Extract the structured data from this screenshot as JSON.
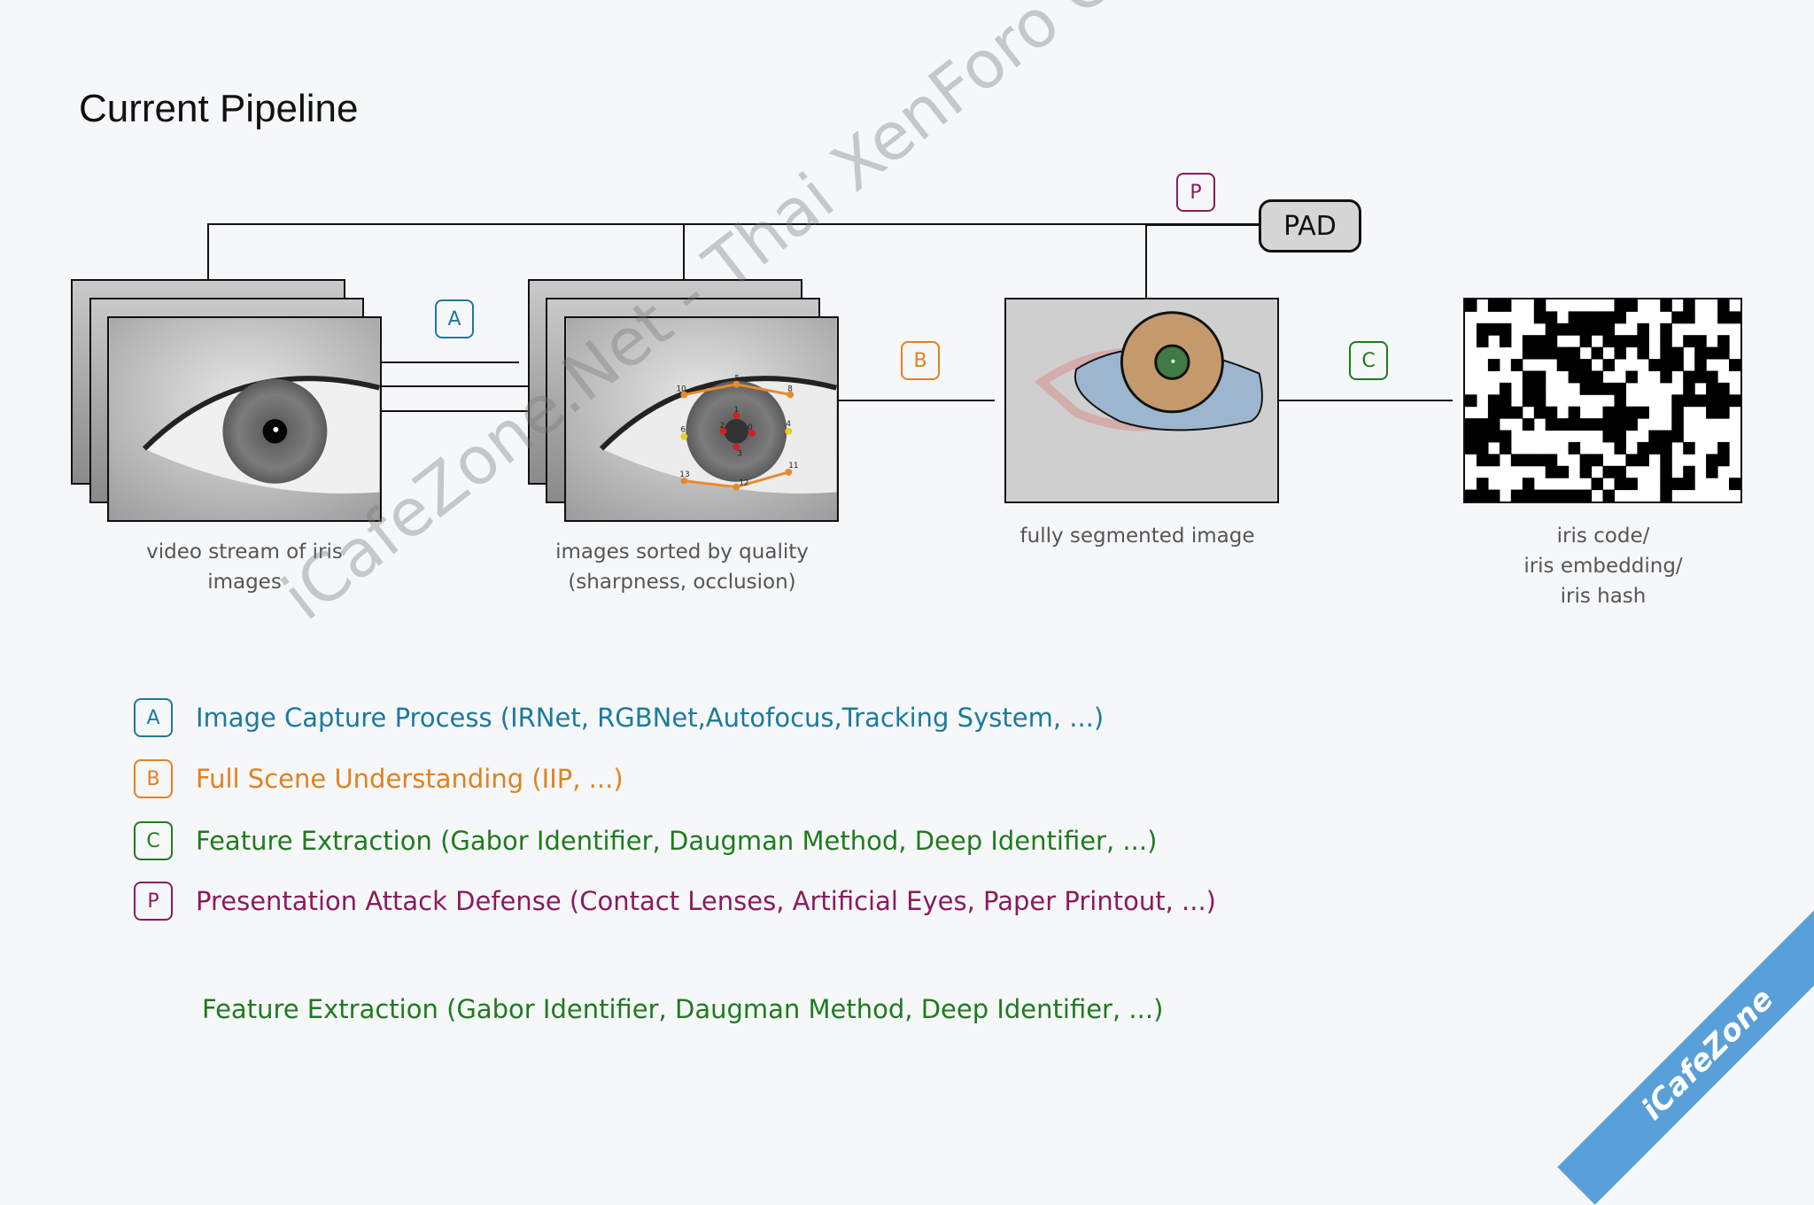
{
  "title": "Current Pipeline",
  "badges": {
    "A": "A",
    "B": "B",
    "C": "C",
    "P": "P"
  },
  "pad_label": "PAD",
  "captions": {
    "video": [
      "video stream of iris",
      "images"
    ],
    "sorted": [
      "images sorted by quality",
      "(sharpness, occlusion)"
    ],
    "segmented": [
      "fully segmented image"
    ],
    "code": [
      "iris code/",
      "iris embedding/",
      "iris hash"
    ]
  },
  "legend": [
    {
      "badge": "A",
      "text": "Image Capture Process (IRNet, RGBNet,Autofocus,Tracking System, ...)",
      "color": "#1b7a9c"
    },
    {
      "badge": "B",
      "text": "Full Scene Understanding (IIP, ...)",
      "color": "#e0821e"
    },
    {
      "badge": "C",
      "text": "Feature Extraction (Gabor Identifier, Daugman Method, Deep Identifier, ...)",
      "color": "#1f7a1f"
    },
    {
      "badge": "P",
      "text": "Presentation Attack Defense (Contact Lenses, Artificial Eyes, Paper Printout, ...)",
      "color": "#8b1a5e"
    }
  ],
  "footer_text": "Feature Extraction (Gabor Identifier, Daugman Method, Deep Identifier, ...)",
  "landmark_labels": [
    "0",
    "1",
    "2",
    "3",
    "4",
    "5",
    "6",
    "8",
    "10",
    "11",
    "12",
    "13"
  ],
  "watermark": "iCafeZone.Net - Thai XenForo Community",
  "corner_ribbon": "iCafeZone"
}
